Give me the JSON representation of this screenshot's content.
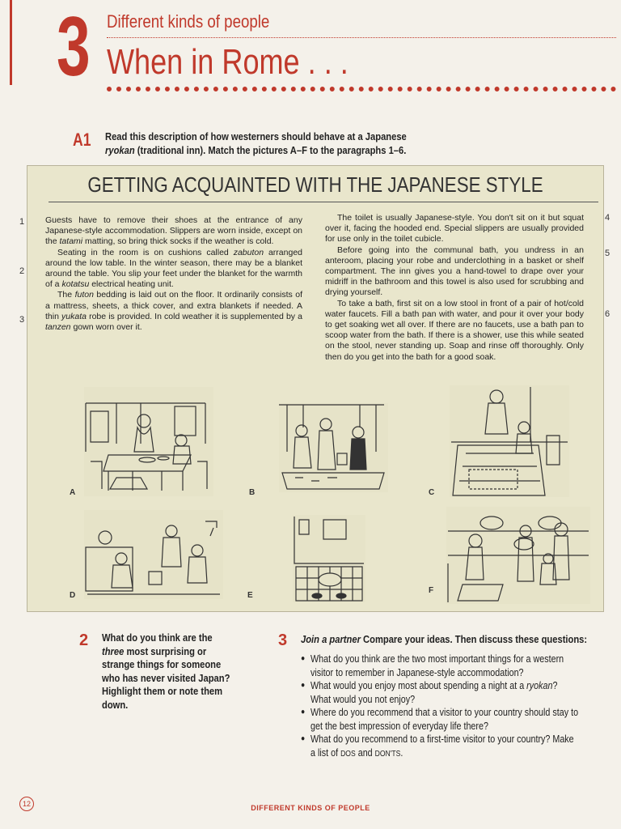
{
  "header": {
    "unit_number": "3",
    "subtitle": "Different kinds of people",
    "title": "When in Rome . . ."
  },
  "task_a1": {
    "label": "A1",
    "instruction_pre": "Read this description of how westerners should behave at a Japanese ",
    "instruction_italic": "ryokan",
    "instruction_post": " (traditional inn). Match the pictures A–F to the paragraphs 1–6."
  },
  "panel": {
    "title": "GETTING ACQUAINTED WITH THE JAPANESE STYLE",
    "paragraph_numbers": [
      "1",
      "2",
      "3",
      "4",
      "5",
      "6"
    ],
    "col1": {
      "p1": [
        "Guests have to remove their shoes at the entrance of any Japanese-style accommodation. Slippers are worn inside, except on the ",
        "tatami",
        " matting, so bring thick socks if the weather is cold."
      ],
      "p2": [
        "Seating in the room is on cushions called ",
        "zabuton",
        " arranged around the low table. In the winter season, there may be a blanket around the table. You slip your feet under the blanket for the warmth of a ",
        "kotatsu",
        " electrical heating unit."
      ],
      "p3": [
        "The ",
        "futon",
        " bedding is laid out on the floor. It ordinarily consists of a mattress, sheets, a thick cover, and extra blankets if needed. A thin ",
        "yukata",
        " robe is provided. In cold weather it is supplemented by a ",
        "tanzen",
        " gown worn over it."
      ]
    },
    "col2": {
      "p4": "The toilet is usually Japanese-style. You don't sit on it but squat over it, facing the hooded end. Special slippers are usually provided for use only in the toilet cubicle.",
      "p5": "Before going into the communal bath, you undress in an anteroom, placing your robe and underclothing in a basket or shelf compartment. The inn gives you a hand-towel to drape over your midriff in the bathroom and this towel is also used for scrubbing and drying yourself.",
      "p6": "To take a bath, first sit on a low stool in front of a pair of hot/cold water faucets. Fill a bath pan with water, and pour it over your body to get soaking wet all over. If there are no faucets, use a bath pan to scoop water from the bath. If there is a shower, use this while seated on the stool, never standing up. Soap and rinse off thoroughly. Only then do you get into the bath for a good soak."
    },
    "picture_labels": [
      "A",
      "B",
      "C",
      "D",
      "E",
      "F"
    ]
  },
  "task2": {
    "label": "2",
    "text_pre": "What do you think are the ",
    "text_italic": "three",
    "text_post": " most surprising or strange things for someone who has never visited Japan? Highlight them or note them down."
  },
  "task3": {
    "label": "3",
    "head_italic": "Join a partner",
    "head_rest": " Compare your ideas. Then discuss these questions:",
    "q1": "What do you think are the two most important things for a western visitor to remember in Japanese-style accommodation?",
    "q2_pre": "What would you enjoy most about spending a night at a ",
    "q2_italic": "ryokan",
    "q2_post": "? What would you not enjoy?",
    "q3": "Where do you recommend that a visitor to your country should stay to get the best impression of everyday life there?",
    "q4_pre": "What do you recommend to a first-time visitor to your country? Make a list of ",
    "q4_do": "DOS",
    "q4_and": " and ",
    "q4_dont": "DON'TS",
    "q4_end": "."
  },
  "footer": {
    "page_number": "12",
    "section": "DIFFERENT KINDS OF PEOPLE"
  }
}
